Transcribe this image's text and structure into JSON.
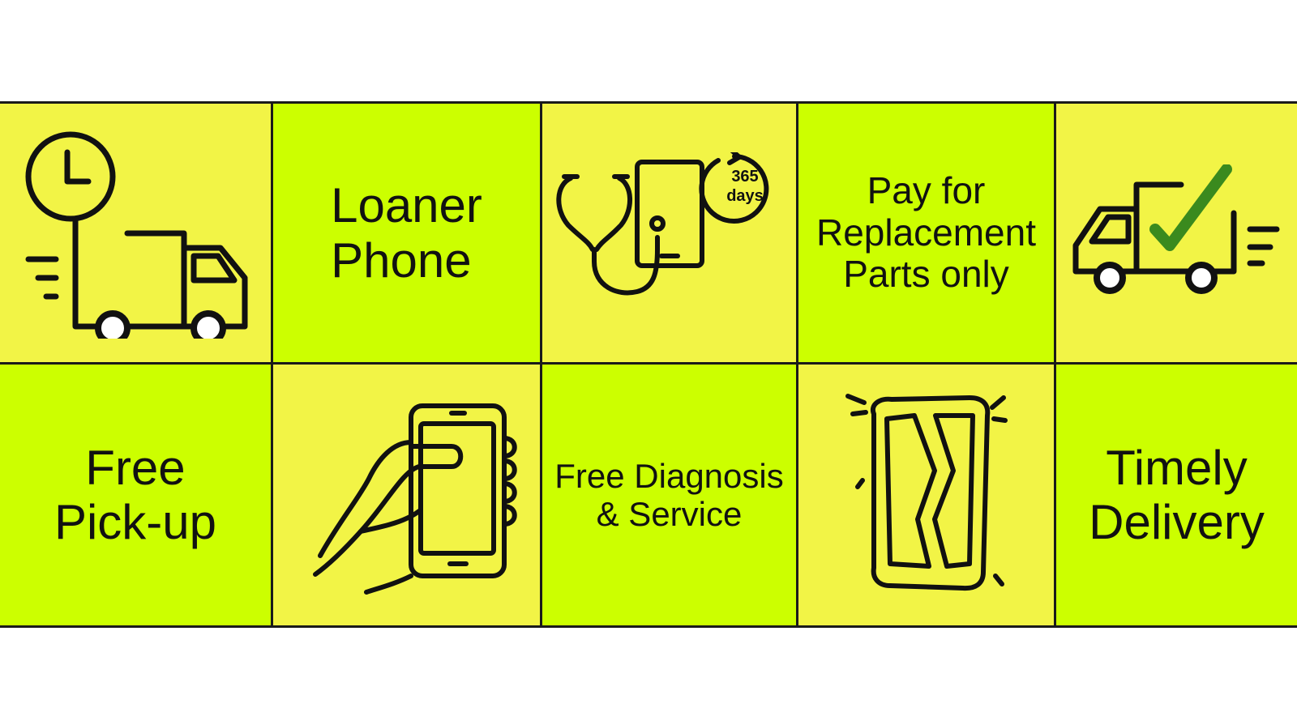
{
  "tiles": {
    "loaner": {
      "line1": "Loaner",
      "line2": "Phone"
    },
    "pay": {
      "line1": "Pay for",
      "line2": "Replacement",
      "line3": "Parts only"
    },
    "pickup": {
      "line1": "Free",
      "line2": "Pick-up"
    },
    "diagnosis": {
      "line1": "Free Diagnosis",
      "line2": "& Service"
    },
    "timely": {
      "line1": "Timely",
      "line2": "Delivery"
    },
    "badge": {
      "num": "365",
      "unit": "days"
    }
  },
  "icons": [
    "clock-truck-icon",
    "stethoscope-tablet-icon",
    "truck-check-icon",
    "hand-phone-icon",
    "broken-phone-icon"
  ],
  "colors": {
    "yellow": "#f2f446",
    "green": "#ccff00",
    "check": "#3a8a1e",
    "ink": "#111111"
  }
}
